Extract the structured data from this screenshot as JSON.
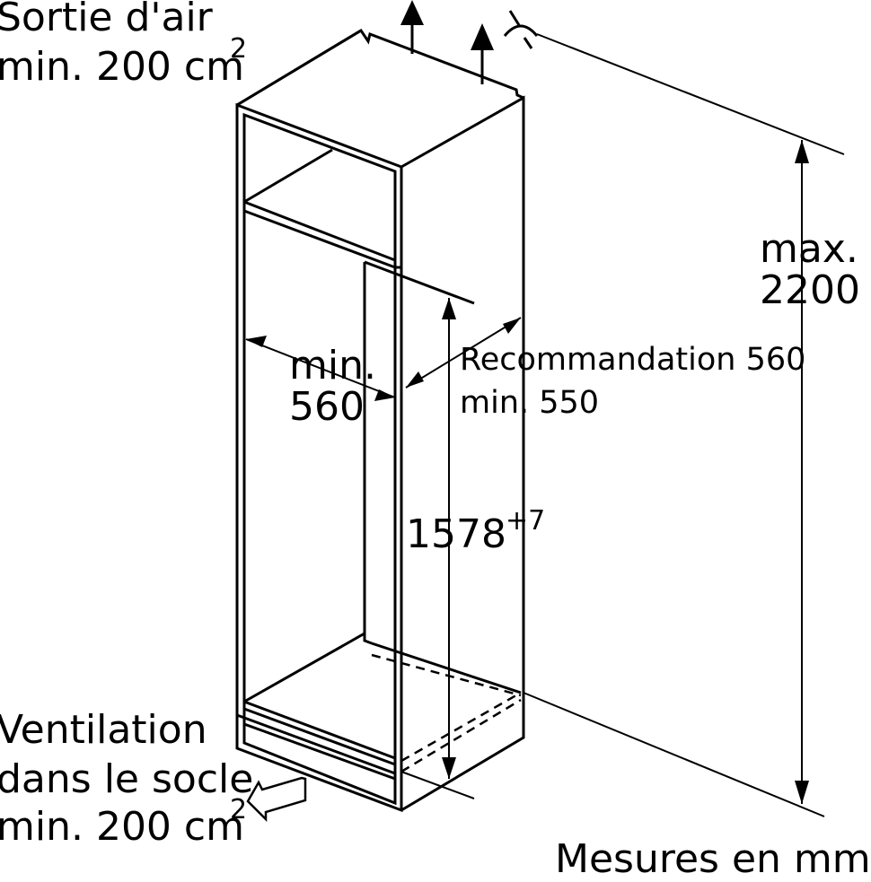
{
  "labels": {
    "air_out_line1": "Sortie d'air",
    "air_out_line2": "min. 200 cm",
    "air_out_sup": "2",
    "width_line1": "min.",
    "width_line2": "560",
    "depth_line1": "Recommandation 560",
    "depth_line2": "min. 550",
    "height_value": "1578",
    "height_tolerance": "+7",
    "max_line1": "max.",
    "max_line2": "2200",
    "vent_line1": "Ventilation",
    "vent_line2": "dans le socle",
    "vent_line3": "min. 200 cm",
    "vent_sup": "2",
    "units_note": "Mesures en mm"
  },
  "icons": [
    "air-outlet-arrow-icon",
    "air-outlet-arrow-icon",
    "wall-outlet-icon",
    "air-inlet-arrow-icon"
  ]
}
